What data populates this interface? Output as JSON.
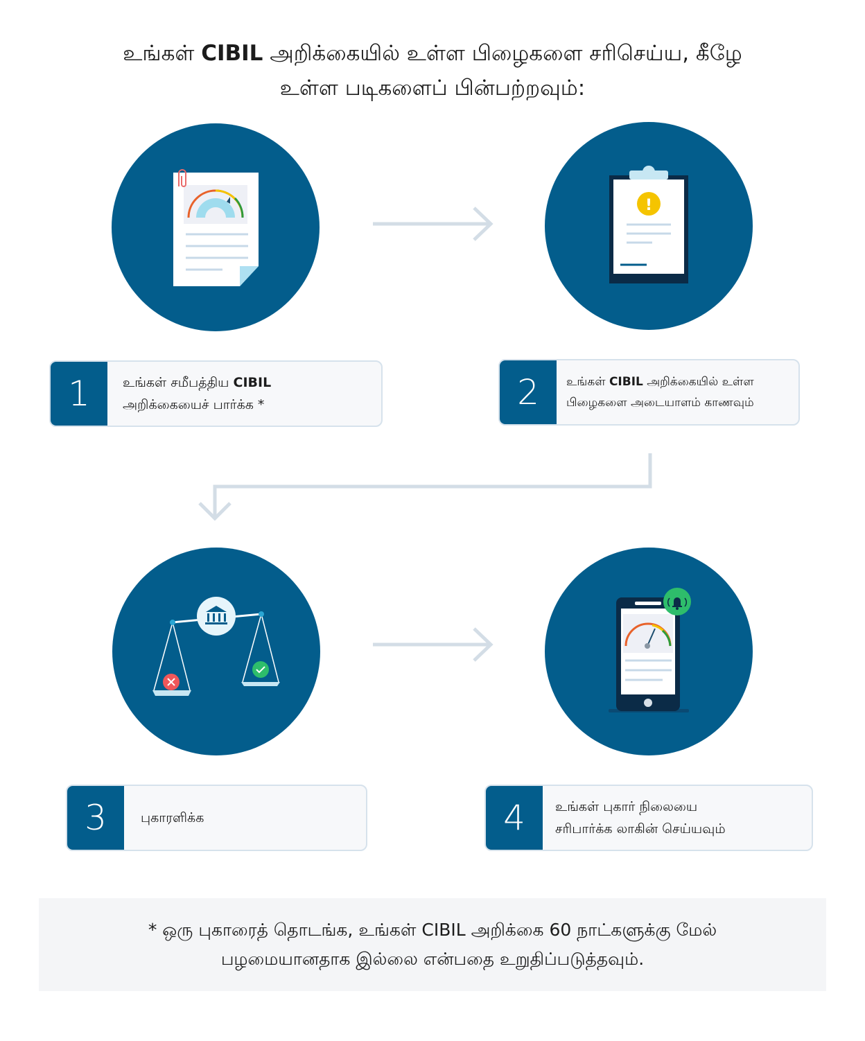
{
  "title": {
    "line1_pre": "உங்கள் ",
    "line1_bold": "CIBIL",
    "line1_post": " அறிக்கையில் உள்ள பிழைகளை சரிசெய்ய, கீழே",
    "line2": "உள்ள படிகளைப் பின்பற்றவும்:"
  },
  "steps": [
    {
      "number": "1",
      "line1_pre": "உங்கள் சமீபத்திய ",
      "line1_bold": "CIBIL",
      "line2": "அறிக்கையைச் பார்க்க *"
    },
    {
      "number": "2",
      "line1_pre": "உங்கள் ",
      "line1_bold": "CIBIL",
      "line1_post": " அறிக்கையில் உள்ள",
      "line2": "பிழைகளை அடையாளம் காணவும்"
    },
    {
      "number": "3",
      "line1": "புகாரளிக்க"
    },
    {
      "number": "4",
      "line1": "உங்கள் புகார் நிலையை",
      "line2": "சரிபார்க்க லாகின் செய்யவும்"
    }
  ],
  "icons": {
    "alert_mark": "!"
  },
  "note": {
    "line1": "* ஒரு புகாரைத் தொடங்க, உங்கள் CIBIL அறிக்கை 60 நாட்களுக்கு மேல்",
    "line2": "பழமையானதாக இல்லை என்பதை உறுதிப்படுத்தவும்."
  },
  "colors": {
    "brand_blue": "#035d8c",
    "arrow": "#d3dde6",
    "card_bg": "#f7f8fa",
    "success": "#2ebd6b",
    "error": "#f0575a",
    "warning": "#f5c400"
  }
}
